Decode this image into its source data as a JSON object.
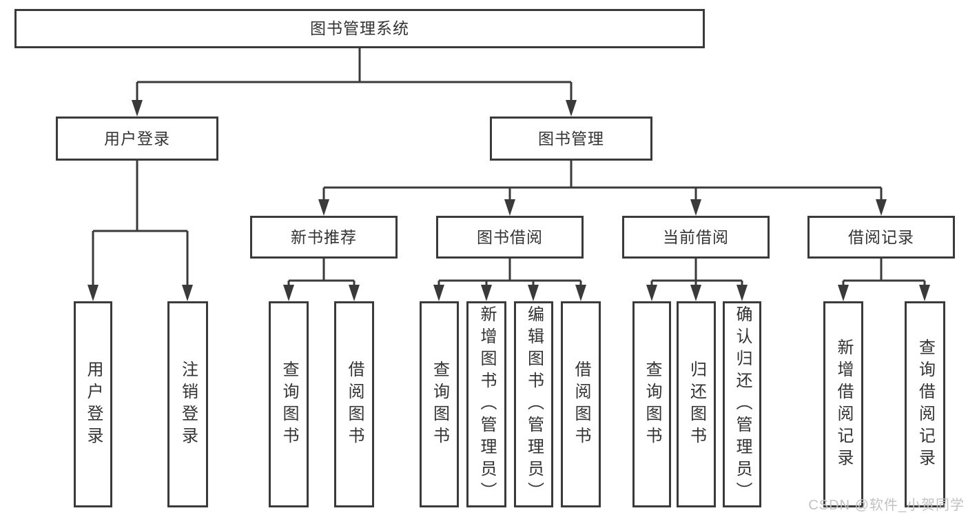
{
  "tree": {
    "label": "图书管理系统",
    "children": [
      {
        "label": "用户登录",
        "children": [
          {
            "label": "用户登录"
          },
          {
            "label": "注销登录"
          }
        ]
      },
      {
        "label": "图书管理",
        "children": [
          {
            "label": "新书推荐",
            "children": [
              {
                "label": "查询图书"
              },
              {
                "label": "借阅图书"
              }
            ]
          },
          {
            "label": "图书借阅",
            "children": [
              {
                "label": "查询图书"
              },
              {
                "label": "新增图书（管理员）"
              },
              {
                "label": "编辑图书（管理员）"
              },
              {
                "label": "借阅图书"
              }
            ]
          },
          {
            "label": "当前借阅",
            "children": [
              {
                "label": "查询图书"
              },
              {
                "label": "归还图书"
              },
              {
                "label": "确认归还（管理员）"
              }
            ]
          },
          {
            "label": "借阅记录",
            "children": [
              {
                "label": "新增借阅记录"
              },
              {
                "label": "查询借阅记录"
              }
            ]
          }
        ]
      }
    ]
  },
  "watermark": {
    "text": "CSDN @软件_小贺同学"
  },
  "colors": {
    "line": "#3a3a3a",
    "text": "#333333",
    "box_fill": "#ffffff",
    "background": "#ffffff",
    "watermark": "#c2c2c2"
  }
}
